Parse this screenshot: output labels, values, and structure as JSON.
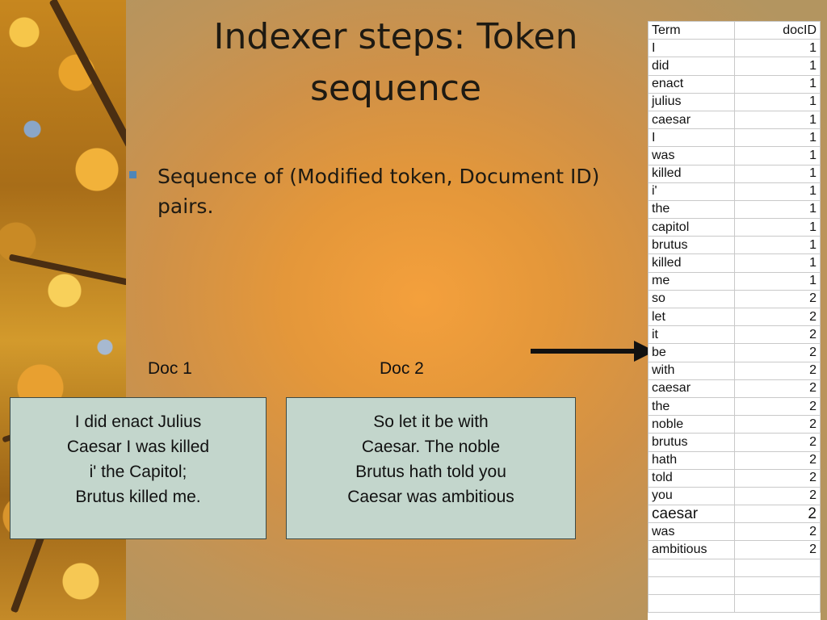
{
  "slide": {
    "title": "Indexer steps: Token sequence",
    "bullet": "Sequence of (Modified token, Document ID) pairs."
  },
  "docs": [
    {
      "label": "Doc 1",
      "text": "I did enact Julius\nCaesar I was killed\ni' the Capitol;\nBrutus killed me."
    },
    {
      "label": "Doc 2",
      "text": "So let it be with\nCaesar. The noble\nBrutus hath told you\nCaesar was ambitious"
    }
  ],
  "table": {
    "headers": {
      "term": "Term",
      "docid": "docID"
    },
    "rows": [
      [
        "I",
        "1"
      ],
      [
        "did",
        "1"
      ],
      [
        "enact",
        "1"
      ],
      [
        "julius",
        "1"
      ],
      [
        "caesar",
        "1"
      ],
      [
        "I",
        "1"
      ],
      [
        "was",
        "1"
      ],
      [
        "killed",
        "1"
      ],
      [
        "i'",
        "1"
      ],
      [
        "the",
        "1"
      ],
      [
        "capitol",
        "1"
      ],
      [
        "brutus",
        "1"
      ],
      [
        "killed",
        "1"
      ],
      [
        "me",
        "1"
      ],
      [
        "so",
        "2"
      ],
      [
        "let",
        "2"
      ],
      [
        "it",
        "2"
      ],
      [
        "be",
        "2"
      ],
      [
        "with",
        "2"
      ],
      [
        "caesar",
        "2"
      ],
      [
        "the",
        "2"
      ],
      [
        "noble",
        "2"
      ],
      [
        "brutus",
        "2"
      ],
      [
        "hath",
        "2"
      ],
      [
        "told",
        "2"
      ],
      [
        "you",
        "2"
      ],
      [
        "caesar",
        "2"
      ],
      [
        "was",
        "2"
      ],
      [
        "ambitious",
        "2"
      ],
      [
        "",
        ""
      ],
      [
        "",
        ""
      ],
      [
        "",
        ""
      ]
    ]
  },
  "colors": {
    "bullet": "#4f86b8",
    "box_fill": "#c3d6cc",
    "background_center": "#f4a03c"
  },
  "icons": {
    "bullet": "square-bullet-icon",
    "arrow": "right-arrow-icon"
  }
}
